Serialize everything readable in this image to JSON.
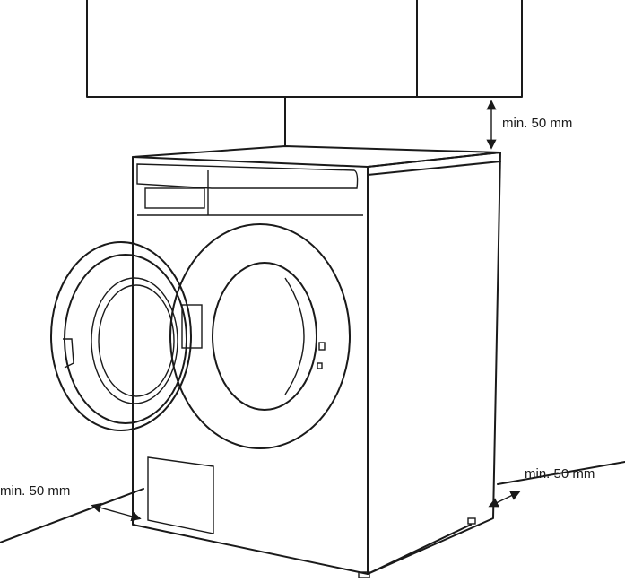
{
  "labels": {
    "top_clearance": "min. 50 mm",
    "left_clearance": "min. 50 mm",
    "right_clearance": "min. 50 mm"
  }
}
